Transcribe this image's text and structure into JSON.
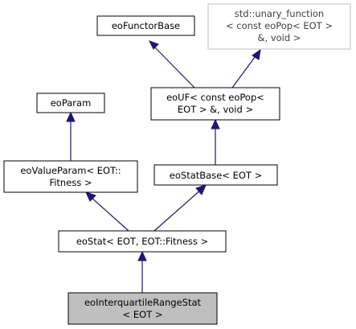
{
  "diagram": {
    "nodes": {
      "eoFunctorBase": {
        "lines": [
          "eoFunctorBase"
        ]
      },
      "unaryFunction": {
        "lines": [
          "std::unary_function",
          "< const eoPop< EOT >",
          "&, void >"
        ]
      },
      "eoParam": {
        "lines": [
          "eoParam"
        ]
      },
      "eoUF": {
        "lines": [
          "eoUF< const eoPop<",
          "EOT > &, void >"
        ]
      },
      "eoValueParam": {
        "lines": [
          "eoValueParam< EOT::",
          "Fitness >"
        ]
      },
      "eoStatBase": {
        "lines": [
          "eoStatBase< EOT >"
        ]
      },
      "eoStat": {
        "lines": [
          "eoStat< EOT, EOT::Fitness >"
        ]
      },
      "eoInterquartileRangeStat": {
        "lines": [
          "eoInterquartileRangeStat",
          "< EOT >"
        ]
      }
    },
    "edges": [
      {
        "from": "eoUF",
        "to": "eoFunctorBase"
      },
      {
        "from": "eoUF",
        "to": "unaryFunction"
      },
      {
        "from": "eoValueParam",
        "to": "eoParam"
      },
      {
        "from": "eoStatBase",
        "to": "eoUF"
      },
      {
        "from": "eoStat",
        "to": "eoValueParam"
      },
      {
        "from": "eoStat",
        "to": "eoStatBase"
      },
      {
        "from": "eoInterquartileRangeStat",
        "to": "eoStat"
      }
    ],
    "colors": {
      "edge": "#191970",
      "box_border": "#000000",
      "box_fill": "#ffffff",
      "muted_border": "#bfbfbf",
      "muted_text": "#404040",
      "highlight_fill": "#bfbfbf"
    }
  }
}
